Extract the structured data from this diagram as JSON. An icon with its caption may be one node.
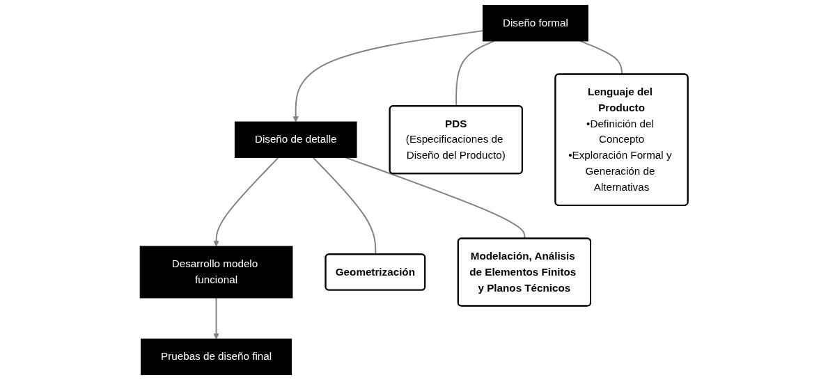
{
  "diagram": {
    "nodes": [
      {
        "text": [
          "Diseño formal"
        ]
      },
      {
        "text": [
          "Diseño de detalle"
        ]
      },
      {
        "text": [
          "Desarrollo modelo funcional"
        ]
      },
      {
        "text": [
          "Pruebas de diseño final"
        ]
      },
      {
        "text": [
          "PDS",
          "(Especificaciones de Diseño del Producto)"
        ]
      },
      {
        "text": [
          "Lenguaje del Producto",
          "•Definición del Concepto",
          "•Exploración Formal y Generación de Alternativas"
        ]
      },
      {
        "text": [
          "Geometrización"
        ]
      },
      {
        "text": [
          "Modelación, Análisis de Elementos Finitos y Planos Técnicos"
        ]
      }
    ],
    "edges": [
      {
        "from": 0,
        "to": 1,
        "arrow": "to"
      },
      {
        "from": 1,
        "to": 2,
        "arrow": "to"
      },
      {
        "from": 2,
        "to": 3,
        "arrow": "to"
      },
      {
        "from": 0,
        "to": 4,
        "arrow": "none"
      },
      {
        "from": 0,
        "to": 5,
        "arrow": "none"
      },
      {
        "from": 1,
        "to": 6,
        "arrow": "none"
      },
      {
        "from": 1,
        "to": 7,
        "arrow": "none"
      }
    ]
  }
}
